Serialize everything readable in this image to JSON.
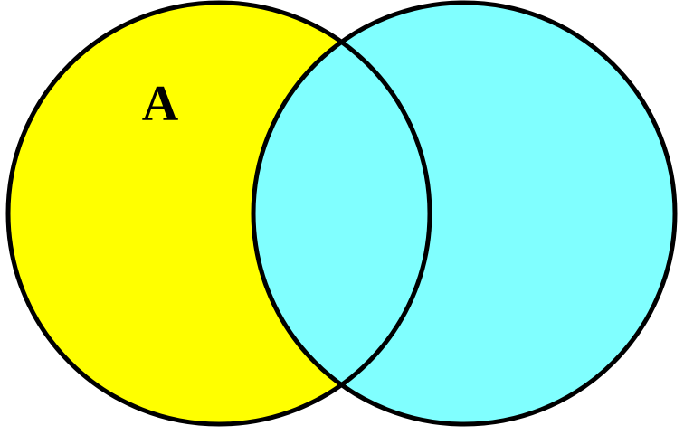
{
  "diagram": {
    "type": "venn",
    "sets": [
      {
        "id": "left",
        "label": "A",
        "fill": "#FFFF00"
      },
      {
        "id": "right",
        "label": "",
        "fill": "#80FFFF"
      }
    ],
    "stroke_color": "#000000",
    "overlap_fill": "#80FFFF"
  }
}
